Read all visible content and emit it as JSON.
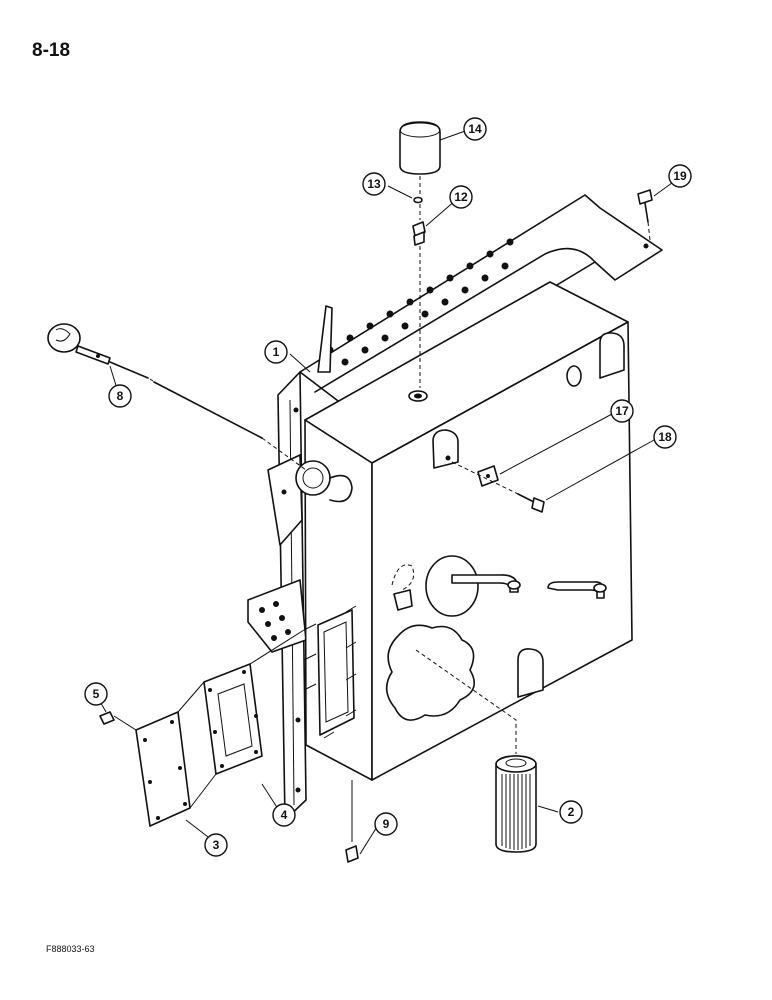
{
  "page_number": "8-18",
  "figure_code": "F888033-63",
  "callouts": [
    "1",
    "2",
    "3",
    "4",
    "5",
    "8",
    "9",
    "12",
    "13",
    "14",
    "17",
    "18",
    "19"
  ]
}
